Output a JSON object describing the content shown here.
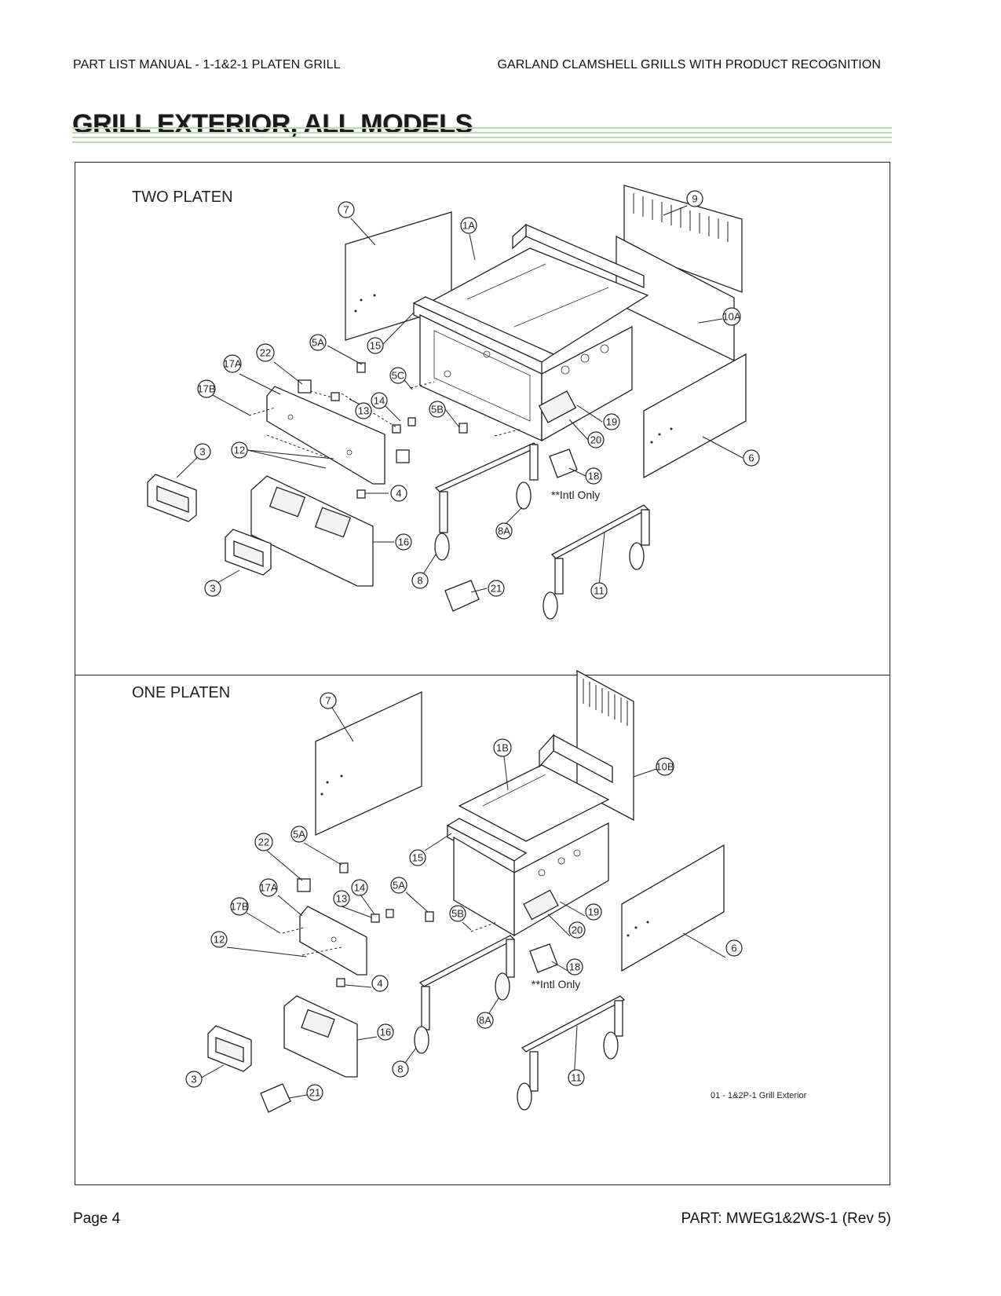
{
  "header": {
    "left": "PART LIST MANUAL - 1-1&2-1 PLATEN GRILL",
    "right": "GARLAND CLAMSHELL GRILLS WITH PRODUCT RECOGNITION"
  },
  "section_title": "GRILL EXTERIOR, ALL MODELS",
  "panels": {
    "two_platen": {
      "label": "TWO PLATEN",
      "note": "**Intl Only",
      "callouts": [
        "7",
        "1A",
        "9",
        "10A",
        "5A",
        "15",
        "22",
        "17A",
        "17B",
        "5C",
        "14",
        "13",
        "5B",
        "19",
        "20",
        "6",
        "3",
        "12",
        "18",
        "4",
        "8A",
        "16",
        "11",
        "8",
        "3",
        "21"
      ]
    },
    "one_platen": {
      "label": "ONE PLATEN",
      "note": "**Intl Only",
      "caption": "01 - 1&2P-1 Grill Exterior",
      "callouts": [
        "7",
        "1B",
        "10B",
        "22",
        "5A",
        "15",
        "17A",
        "14",
        "13",
        "5A",
        "17B",
        "5B",
        "19",
        "20",
        "12",
        "18",
        "6",
        "4",
        "8A",
        "16",
        "11",
        "8",
        "3",
        "21"
      ]
    }
  },
  "footer": {
    "page": "Page 4",
    "part": "PART: MWEG1&2WS-1 (Rev 5)"
  }
}
